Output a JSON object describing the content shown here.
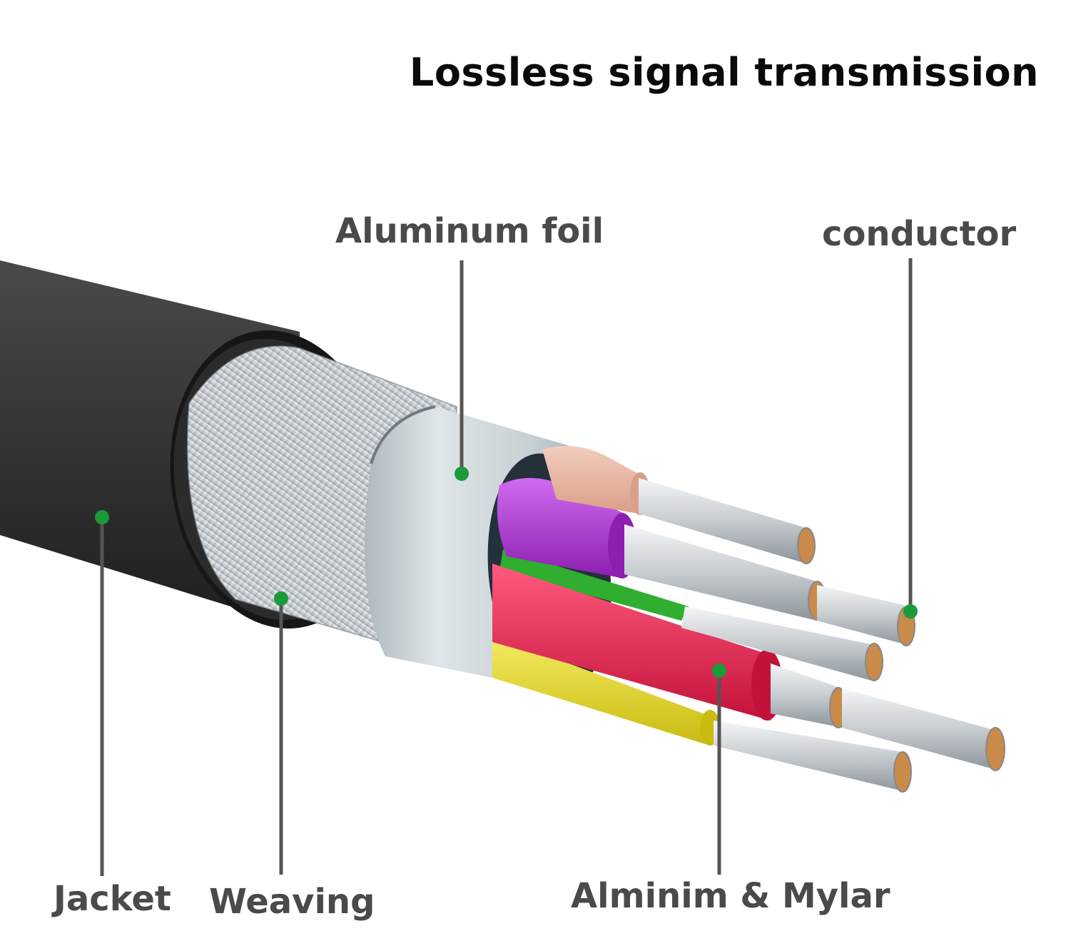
{
  "title": "Lossless signal transmission",
  "labels": {
    "aluminum_foil": "Aluminum foil",
    "conductor": "conductor",
    "jacket": "Jacket",
    "weaving": "Weaving",
    "alminim_mylar": "Alminim & Mylar"
  },
  "colors": {
    "jacket": "#2f2f2f",
    "weaving": "#cfd4d8",
    "foil": "#c4cdd1",
    "peach_wire": "#e8b5a0",
    "purple_wire": "#b23ad6",
    "red_wire": "#e8204e",
    "yellow_wire": "#e6d826",
    "green_wire": "#2fae2f",
    "copper": "#c98a4a",
    "marker": "#1a9a3a",
    "leader": "#555555"
  }
}
